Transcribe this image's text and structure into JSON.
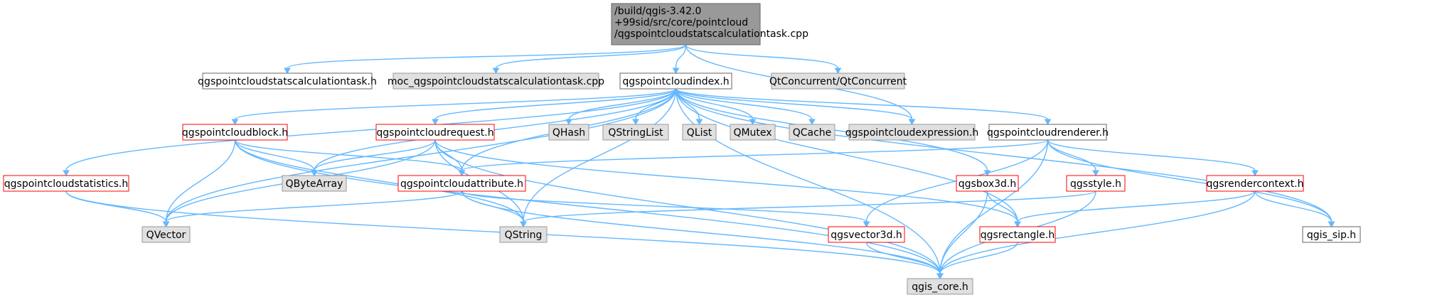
{
  "colors": {
    "edge": "#63b8ff",
    "root_fill": "#999999",
    "root_border": "#666666",
    "project_border": "#666666",
    "broken_border": "#ff0000",
    "external_fill": "#e0e0e0",
    "external_border": "#999999",
    "plain_fill": "#ffffff"
  },
  "nodes": [
    {
      "id": "root",
      "lines": [
        "/build/qgis-3.42.0",
        "+99sid/src/core/pointcloud",
        "/qgspointcloudstatscalculationtask.cpp"
      ],
      "kind": "root"
    },
    {
      "id": "stats_task_h",
      "lines": [
        "qgspointcloudstatscalculationtask.h"
      ],
      "kind": "plain"
    },
    {
      "id": "moc_cpp",
      "lines": [
        "moc_qgspointcloudstatscalculationtask.cpp"
      ],
      "kind": "external"
    },
    {
      "id": "index_h",
      "lines": [
        "qgspointcloudindex.h"
      ],
      "kind": "plain"
    },
    {
      "id": "qtconcurrent",
      "lines": [
        "QtConcurrent/QtConcurrent"
      ],
      "kind": "external"
    },
    {
      "id": "block_h",
      "lines": [
        "qgspointcloudblock.h"
      ],
      "kind": "broken"
    },
    {
      "id": "request_h",
      "lines": [
        "qgspointcloudrequest.h"
      ],
      "kind": "broken"
    },
    {
      "id": "qhash",
      "lines": [
        "QHash"
      ],
      "kind": "external"
    },
    {
      "id": "qstringlist",
      "lines": [
        "QStringList"
      ],
      "kind": "external"
    },
    {
      "id": "qlist",
      "lines": [
        "QList"
      ],
      "kind": "external"
    },
    {
      "id": "qmutex",
      "lines": [
        "QMutex"
      ],
      "kind": "external"
    },
    {
      "id": "qcache",
      "lines": [
        "QCache"
      ],
      "kind": "external"
    },
    {
      "id": "expression_h",
      "lines": [
        "qgspointcloudexpression.h"
      ],
      "kind": "external"
    },
    {
      "id": "renderer_h",
      "lines": [
        "qgspointcloudrenderer.h"
      ],
      "kind": "plain"
    },
    {
      "id": "statistics_h",
      "lines": [
        "qgspointcloudstatistics.h"
      ],
      "kind": "broken"
    },
    {
      "id": "qbytearray",
      "lines": [
        "QByteArray"
      ],
      "kind": "external"
    },
    {
      "id": "attribute_h",
      "lines": [
        "qgspointcloudattribute.h"
      ],
      "kind": "broken"
    },
    {
      "id": "box3d_h",
      "lines": [
        "qgsbox3d.h"
      ],
      "kind": "broken"
    },
    {
      "id": "style_h",
      "lines": [
        "qgsstyle.h"
      ],
      "kind": "broken"
    },
    {
      "id": "rendercontext_h",
      "lines": [
        "qgsrendercontext.h"
      ],
      "kind": "broken"
    },
    {
      "id": "qvector",
      "lines": [
        "QVector"
      ],
      "kind": "external"
    },
    {
      "id": "qstring",
      "lines": [
        "QString"
      ],
      "kind": "external"
    },
    {
      "id": "vector3d_h",
      "lines": [
        "qgsvector3d.h"
      ],
      "kind": "broken"
    },
    {
      "id": "rectangle_h",
      "lines": [
        "qgsrectangle.h"
      ],
      "kind": "broken"
    },
    {
      "id": "sip_h",
      "lines": [
        "qgis_sip.h"
      ],
      "kind": "plain"
    },
    {
      "id": "core_h",
      "lines": [
        "qgis_core.h"
      ],
      "kind": "external"
    }
  ],
  "edges": [
    [
      "root",
      "stats_task_h"
    ],
    [
      "root",
      "moc_cpp"
    ],
    [
      "root",
      "index_h"
    ],
    [
      "root",
      "qtconcurrent"
    ],
    [
      "root",
      "expression_h"
    ],
    [
      "index_h",
      "block_h"
    ],
    [
      "index_h",
      "request_h"
    ],
    [
      "index_h",
      "qhash"
    ],
    [
      "index_h",
      "qstringlist"
    ],
    [
      "index_h",
      "qlist"
    ],
    [
      "index_h",
      "qmutex"
    ],
    [
      "index_h",
      "qcache"
    ],
    [
      "index_h",
      "expression_h"
    ],
    [
      "index_h",
      "renderer_h"
    ],
    [
      "index_h",
      "statistics_h"
    ],
    [
      "index_h",
      "qbytearray"
    ],
    [
      "index_h",
      "attribute_h"
    ],
    [
      "index_h",
      "box3d_h"
    ],
    [
      "index_h",
      "qvector"
    ],
    [
      "index_h",
      "qstring"
    ],
    [
      "index_h",
      "rectangle_h"
    ],
    [
      "index_h",
      "sip_h"
    ],
    [
      "index_h",
      "core_h"
    ],
    [
      "block_h",
      "qbytearray"
    ],
    [
      "block_h",
      "attribute_h"
    ],
    [
      "block_h",
      "qvector"
    ],
    [
      "block_h",
      "qstring"
    ],
    [
      "block_h",
      "core_h"
    ],
    [
      "request_h",
      "qbytearray"
    ],
    [
      "request_h",
      "attribute_h"
    ],
    [
      "request_h",
      "qvector"
    ],
    [
      "request_h",
      "qstring"
    ],
    [
      "request_h",
      "rectangle_h"
    ],
    [
      "request_h",
      "core_h"
    ],
    [
      "renderer_h",
      "attribute_h"
    ],
    [
      "renderer_h",
      "vector3d_h"
    ],
    [
      "renderer_h",
      "style_h"
    ],
    [
      "renderer_h",
      "rendercontext_h"
    ],
    [
      "renderer_h",
      "sip_h"
    ],
    [
      "renderer_h",
      "core_h"
    ],
    [
      "statistics_h",
      "qvector"
    ],
    [
      "statistics_h",
      "core_h"
    ],
    [
      "attribute_h",
      "qvector"
    ],
    [
      "attribute_h",
      "qstring"
    ],
    [
      "attribute_h",
      "vector3d_h"
    ],
    [
      "attribute_h",
      "core_h"
    ],
    [
      "box3d_h",
      "rectangle_h"
    ],
    [
      "box3d_h",
      "core_h"
    ],
    [
      "style_h",
      "qstring"
    ],
    [
      "style_h",
      "core_h"
    ],
    [
      "rendercontext_h",
      "rectangle_h"
    ],
    [
      "rendercontext_h",
      "sip_h"
    ],
    [
      "rendercontext_h",
      "core_h"
    ],
    [
      "vector3d_h",
      "core_h"
    ],
    [
      "rectangle_h",
      "core_h"
    ]
  ]
}
